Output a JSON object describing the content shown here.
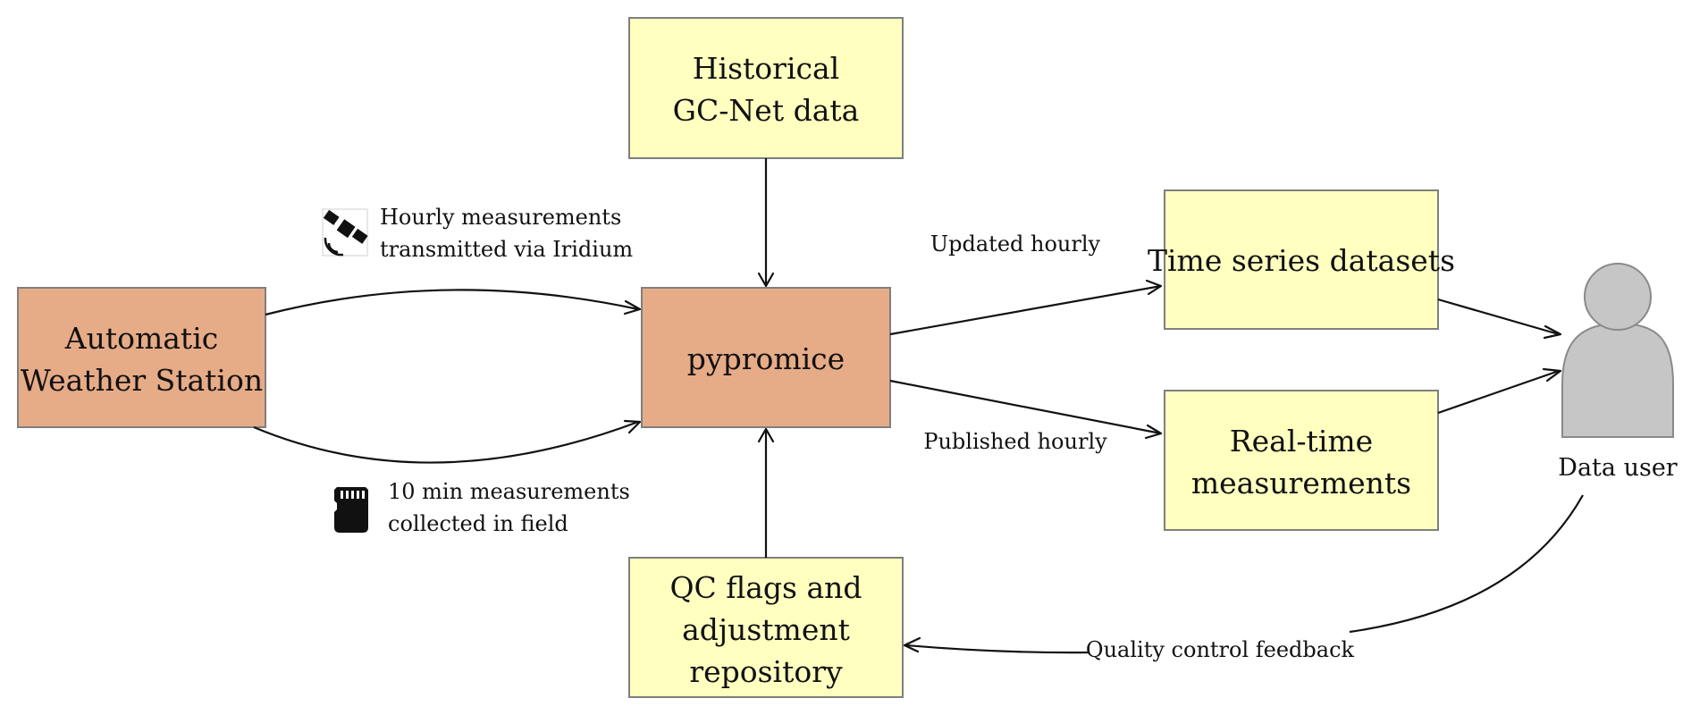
{
  "nodes": {
    "aws": {
      "line1": "Automatic",
      "line2": "Weather Station"
    },
    "historical": {
      "line1": "Historical",
      "line2": "GC-Net data"
    },
    "pypromice": {
      "label": "pypromice"
    },
    "timeseries": {
      "label": "Time series datasets"
    },
    "realtime": {
      "line1": "Real-time",
      "line2": "measurements"
    },
    "qc": {
      "line1": "QC flags and",
      "line2": "adjustment",
      "line3": "repository"
    },
    "user": {
      "label": "Data user"
    }
  },
  "edges": {
    "hourly": {
      "line1": "Hourly measurements",
      "line2": "transmitted via Iridium",
      "icon": "satellite-icon"
    },
    "tenmin": {
      "line1": "10 min measurements",
      "line2": "collected in field",
      "icon": "sd-card-icon"
    },
    "updated": {
      "label": "Updated hourly"
    },
    "published": {
      "label": "Published hourly"
    },
    "feedback": {
      "label": "Quality control feedback"
    }
  },
  "colors": {
    "processing_node": "#e6ab87",
    "data_node": "#ffffc0",
    "node_border": "#7f7f7f",
    "person": "#c6c6c6"
  }
}
